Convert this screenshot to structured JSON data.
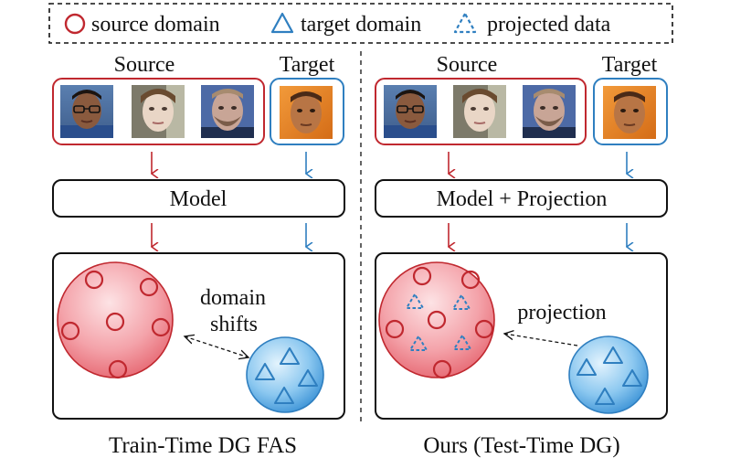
{
  "legend": {
    "source_label": "source domain",
    "target_label": "target domain",
    "projected_label": "projected data"
  },
  "left_panel": {
    "source_title": "Source",
    "target_title": "Target",
    "model_label": "Model",
    "annotation_line1": "domain",
    "annotation_line2": "shifts",
    "caption": "Train-Time DG FAS"
  },
  "right_panel": {
    "source_title": "Source",
    "target_title": "Target",
    "model_label": "Model + Projection",
    "annotation": "projection",
    "caption": "Ours (Test-Time DG)"
  },
  "colors": {
    "source": "#c0282f",
    "target": "#2f7fc0",
    "source_fill_light": "#fbd3d6",
    "source_fill_dark": "#ea6f78",
    "target_fill_light": "#cfe9fb",
    "target_fill_dark": "#3c98dd"
  },
  "icons": {
    "face_photo": "face-photo-icon",
    "arrow": "down-arrow-icon"
  }
}
